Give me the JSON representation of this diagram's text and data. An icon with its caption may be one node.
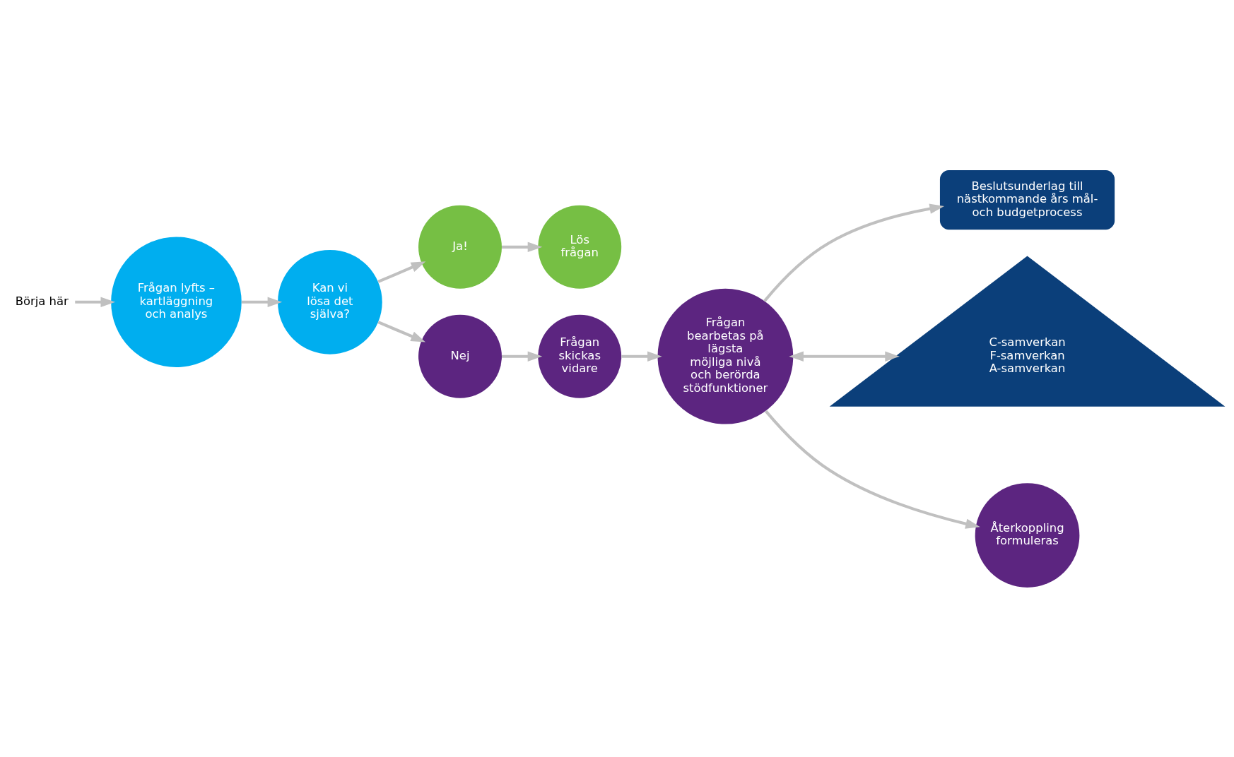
{
  "diagram": {
    "nodes": [
      {
        "text": [
          "Lös frågan"
        ]
      },
      {
        "text": [
          "Ja!"
        ]
      },
      {
        "text": [
          "Kan vi lösa det själva?"
        ]
      },
      {
        "text": [
          "Nej"
        ]
      },
      {
        "text": [
          "Frågan skickas vidare"
        ]
      },
      {
        "text": [
          "Frågan bearbetas på lägsta möjliga nivå och berörda stödfunktioner"
        ]
      },
      {
        "text": [
          "Beslutsunderlag till nästkommande års mål- och budgetprocess"
        ]
      },
      {
        "text": [
          "C-samverkan",
          "F-samverkan",
          "A-samverkan"
        ]
      },
      {
        "text": [
          "Återkoppling formuleras"
        ]
      },
      {
        "text": [
          "Frågan lyfts – kartläggning och analys"
        ]
      },
      {
        "text": [
          "Börja här"
        ]
      }
    ],
    "edges": [
      {
        "from": 10,
        "to": 9,
        "arrow": "to"
      },
      {
        "from": 9,
        "to": 2,
        "arrow": "to"
      },
      {
        "from": 2,
        "to": 1,
        "arrow": "to"
      },
      {
        "from": 1,
        "to": 0,
        "arrow": "to"
      },
      {
        "from": 2,
        "to": 3,
        "arrow": "to"
      },
      {
        "from": 3,
        "to": 4,
        "arrow": "to"
      },
      {
        "from": 4,
        "to": 5,
        "arrow": "to"
      },
      {
        "from": 5,
        "to": 6,
        "arrow": "to"
      },
      {
        "from": 5,
        "to": 7,
        "arrow": "both"
      },
      {
        "from": 5,
        "to": 8,
        "arrow": "to"
      }
    ]
  }
}
